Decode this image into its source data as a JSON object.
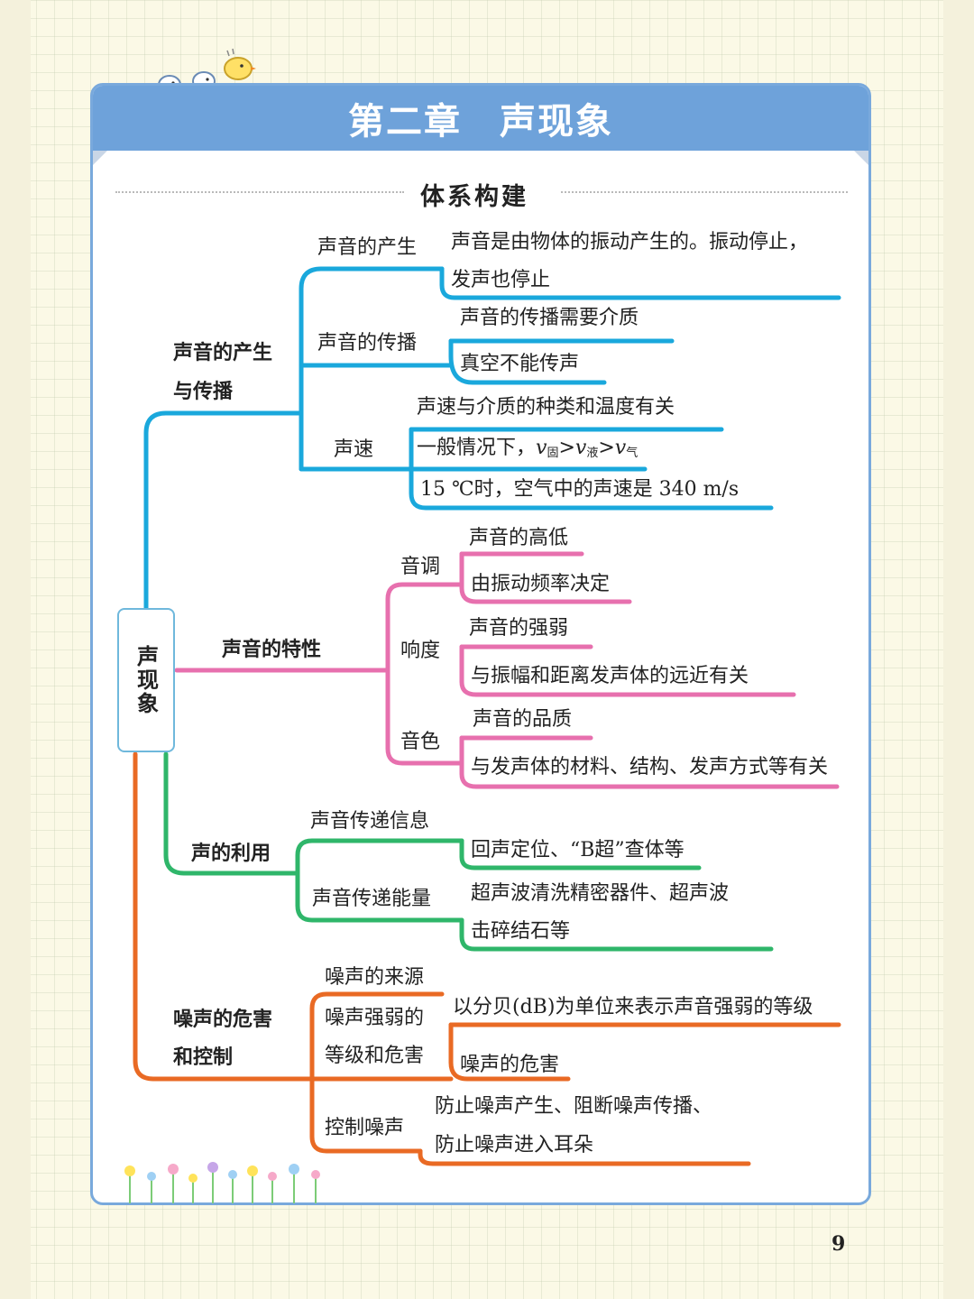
{
  "page_title": "第二章　声现象",
  "section_title": "体系构建",
  "page_number": "9",
  "colors": {
    "header_bg": "#6ea2da",
    "branch_1": "#1aa8dc",
    "branch_2": "#e770ae",
    "branch_3": "#2fb66a",
    "branch_4": "#e96a24"
  },
  "root": "声现象",
  "branches": {
    "b1": {
      "title_line1": "声音的产生",
      "title_line2": "与传播",
      "s1": {
        "label": "声音的产生",
        "line1": "声音是由物体的振动产生的。振动停止，",
        "line2": "发声也停止"
      },
      "s2": {
        "label": "声音的传播",
        "line1": "声音的传播需要介质",
        "line2": "真空不能传声"
      },
      "s3": {
        "label": "声速",
        "line1": "声速与介质的种类和温度有关",
        "line2": {
          "prefix": "一般情况下，",
          "v": "v",
          "sub_solid": "固",
          "gt": ">",
          "sub_liquid": "液",
          "sub_gas": "气"
        },
        "line3": "15 ℃时，空气中的声速是 340 m/s"
      }
    },
    "b2": {
      "title": "声音的特性",
      "s1": {
        "label": "音调",
        "line1": "声音的高低",
        "line2": "由振动频率决定"
      },
      "s2": {
        "label": "响度",
        "line1": "声音的强弱",
        "line2": "与振幅和距离发声体的远近有关"
      },
      "s3": {
        "label": "音色",
        "line1": "声音的品质",
        "line2": "与发声体的材料、结构、发声方式等有关"
      }
    },
    "b3": {
      "title": "声的利用",
      "s1": {
        "label": "声音传递信息",
        "line1": "回声定位、“B超”查体等"
      },
      "s2": {
        "label": "声音传递能量",
        "line1": "超声波清洗精密器件、超声波",
        "line2": "击碎结石等"
      }
    },
    "b4": {
      "title_line1": "噪声的危害",
      "title_line2": "和控制",
      "s1": {
        "label": "噪声的来源"
      },
      "s2": {
        "label_line1": "噪声强弱的",
        "label_line2": "等级和危害",
        "line1": "以分贝(dB)为单位来表示声音强弱的等级",
        "line2": "噪声的危害"
      },
      "s3": {
        "label": "控制噪声",
        "line1": "防止噪声产生、阻断噪声传播、",
        "line2": "防止噪声进入耳朵"
      }
    }
  }
}
